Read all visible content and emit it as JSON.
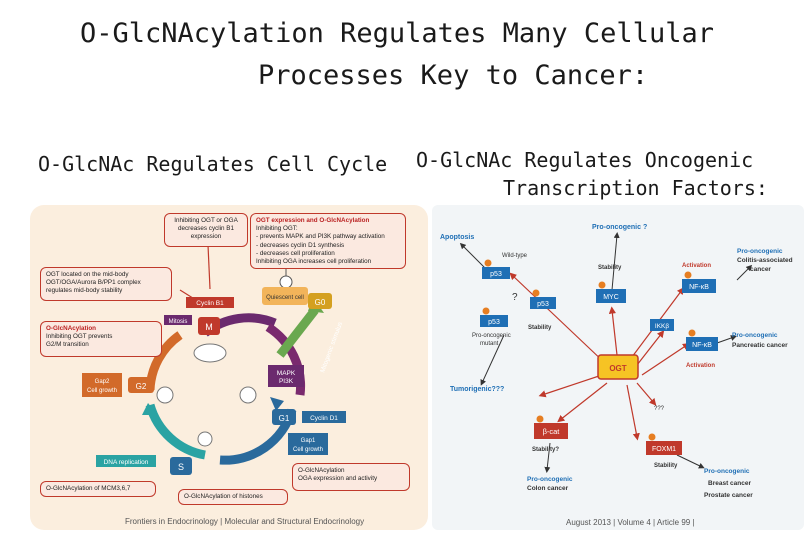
{
  "slide": {
    "title_line1": "O-GlcNAcylation Regulates Many Cellular",
    "title_line2": "Processes Key to Cancer:",
    "left_heading": "O-GlcNAc Regulates Cell Cycle",
    "right_heading_line1": "O-GlcNAc Regulates Oncogenic",
    "right_heading_line2": "Transcription Factors:"
  },
  "cell_cycle": {
    "box_top_center": "Inhibiting OGT or OGA decreases cyclin B1 expression",
    "box_top_right_title": "OGT expression and O-GlcNAcylation",
    "box_top_right_lines": [
      "Inhibiting OGT:",
      "- prevents MAPK and PI3K pathway activation",
      "- decreases cyclin D1 synthesis",
      "- decreases cell proliferation",
      "Inhibiting OGA increases cell proliferation"
    ],
    "box_midbody": [
      "OGT located on the mid-body",
      "OGT/OGA/Aurora B/PP1 complex",
      "regulates mid-body stability"
    ],
    "box_left_title": "O-GlcNAcylation",
    "box_left_lines": [
      "Inhibiting OGT prevents",
      "G2/M transition"
    ],
    "cyclin_b1": "Cyclin B1",
    "quiescent": "Quiescent cell",
    "g0": "G0",
    "mitosis": "Mitosis",
    "m": "M",
    "mitogenic": "Mitogenic stimulus",
    "mapk": "MAPK",
    "pi3k": "PI3K",
    "gap2_line1": "Gap2",
    "gap2_line2": "Cell growth",
    "g2": "G2",
    "g1": "G1",
    "cyclin_d1": "Cyclin D1",
    "gap1_line1": "Gap1",
    "gap1_line2": "Cell growth",
    "dna_replication": "DNA replication",
    "s": "S",
    "box_bottom_right_line1": "O-GlcNAcylation",
    "box_bottom_right_line2": "OGA expression and activity",
    "mcm": "O-GlcNAcylation of MCM3,6,7",
    "histones": "O-GlcNAcylation of histones",
    "footer": "Frontiers in Endocrinology | Molecular and Structural Endocrinology"
  },
  "transcription": {
    "apoptosis": "Apoptosis",
    "pro_oncogenic_top": "Pro-oncogenic ?",
    "wild_type": "Wild-type",
    "p53": "p53",
    "stability": "Stability",
    "activation": "Activation",
    "colitis": [
      "Pro-oncogenic",
      "Colitis-associated",
      "cancer"
    ],
    "nfkb": "NF-κB",
    "myc": "MYC",
    "question": "?",
    "ikkb": "IKKβ",
    "pro_oncogenic_mutant": [
      "Pro-oncogenic",
      "mutant"
    ],
    "pancreatic": [
      "Pro-oncogenic",
      "Pancreatic cancer"
    ],
    "ogt": "OGT",
    "activation2": "Activation",
    "tumorigenic": "Tumorigenic???",
    "qqq": "???",
    "bcat": "β-cat",
    "stability_q": "Stability?",
    "foxm1": "FOXM1",
    "stability2": "Stability",
    "colon": [
      "Pro-oncogenic",
      "Colon cancer"
    ],
    "breast_prostate": [
      "Pro-oncogenic",
      "Breast cancer",
      "Prostate cancer"
    ],
    "footer": "August 2013 | Volume 4 | Article 99 |"
  },
  "colors": {
    "panel_left": "#fbeede",
    "panel_right": "#f2f5f7",
    "cycle_purple": "#6b2a6e",
    "cycle_blue": "#2a6a9c",
    "cycle_teal": "#2aa3a3",
    "cycle_green": "#6aa84f",
    "cycle_orange": "#d26a2a",
    "red_box": "#c0392b",
    "tf_blue": "#1f6fb5",
    "tf_red": "#c0392b",
    "ogt_yellow": "#f6c324"
  }
}
